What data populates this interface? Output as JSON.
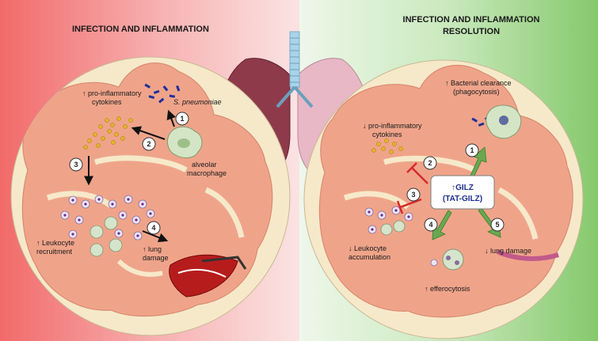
{
  "left_panel": {
    "title": "INFECTION AND INFLAMMATION",
    "labels": {
      "cytokines": [
        "↑ pro-inflammatory",
        "cytokines"
      ],
      "pathogen": "S. pneumoniae",
      "macrophage": [
        "alveolar",
        "macrophage"
      ],
      "recruitment": [
        "↑ Leukocyte",
        "recruitment"
      ],
      "damage": [
        "↑ lung",
        "damage"
      ]
    },
    "steps": [
      "1",
      "2",
      "3",
      "4"
    ],
    "colors": {
      "background": "#f06b6b",
      "alveolus": "#efa48a"
    }
  },
  "right_panel": {
    "title_lines": [
      "INFECTION AND INFLAMMATION",
      "RESOLUTION"
    ],
    "labels": {
      "clearance": [
        "↑ Bacterial clearance",
        "(phagocytosis)"
      ],
      "cytokines": [
        "↓ pro-inflammatory",
        "cytokines"
      ],
      "gilz": [
        "↑GILZ",
        "(TAT-GILZ)"
      ],
      "accumulation": [
        "↓ Leukocyte",
        "accumulation"
      ],
      "efferocytosis": "↑ efferocytosis",
      "damage": "↓ lung damage"
    },
    "steps": [
      "1",
      "2",
      "3",
      "4",
      "5"
    ],
    "colors": {
      "background": "#8fcf78",
      "inhibit": "#d72a2a",
      "promote": "#6aa84f",
      "gilz_text": "#1f2f8a"
    }
  },
  "icons": [
    "lung-icon",
    "bacteria-icon",
    "macrophage-icon",
    "cytokine-icon",
    "neutrophil-icon",
    "blood-vessel-icon"
  ]
}
